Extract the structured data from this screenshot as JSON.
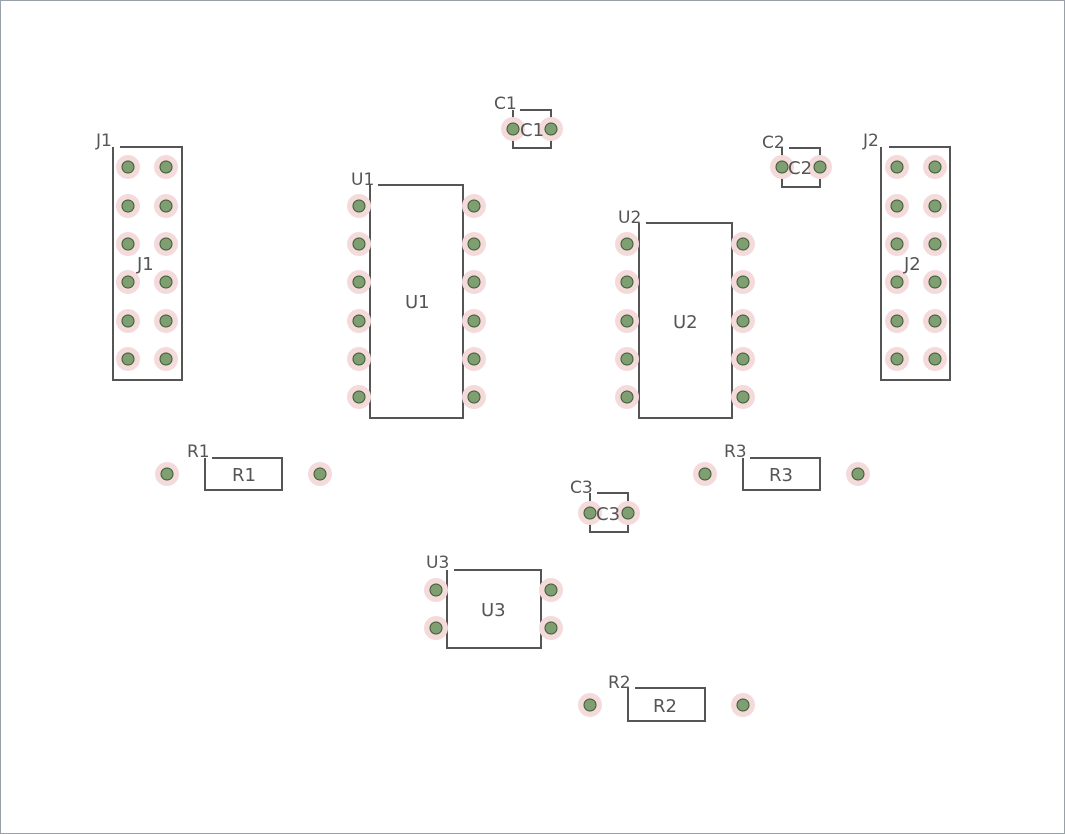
{
  "board": {
    "frame_stroke": "#9aa0a8",
    "silk_color": "#555555",
    "pad_ring_color": "#f4dada",
    "pad_core_color": "#7f9f72"
  },
  "components": [
    {
      "id": "J1",
      "ref": "J1",
      "value": "J1",
      "kind": "connector",
      "pins": 12
    },
    {
      "id": "J2",
      "ref": "J2",
      "value": "J2",
      "kind": "connector",
      "pins": 12
    },
    {
      "id": "U1",
      "ref": "U1",
      "value": "U1",
      "kind": "ic",
      "pins": 12
    },
    {
      "id": "U2",
      "ref": "U2",
      "value": "U2",
      "kind": "ic",
      "pins": 10
    },
    {
      "id": "U3",
      "ref": "U3",
      "value": "U3",
      "kind": "ic",
      "pins": 4
    },
    {
      "id": "C1",
      "ref": "C1",
      "value": "C1",
      "kind": "capacitor",
      "pins": 2
    },
    {
      "id": "C2",
      "ref": "C2",
      "value": "C2",
      "kind": "capacitor",
      "pins": 2
    },
    {
      "id": "C3",
      "ref": "C3",
      "value": "C3",
      "kind": "capacitor",
      "pins": 2
    },
    {
      "id": "R1",
      "ref": "R1",
      "value": "R1",
      "kind": "resistor",
      "pins": 2
    },
    {
      "id": "R2",
      "ref": "R2",
      "value": "R2",
      "kind": "resistor",
      "pins": 2
    },
    {
      "id": "R3",
      "ref": "R3",
      "value": "R3",
      "kind": "resistor",
      "pins": 2
    }
  ]
}
